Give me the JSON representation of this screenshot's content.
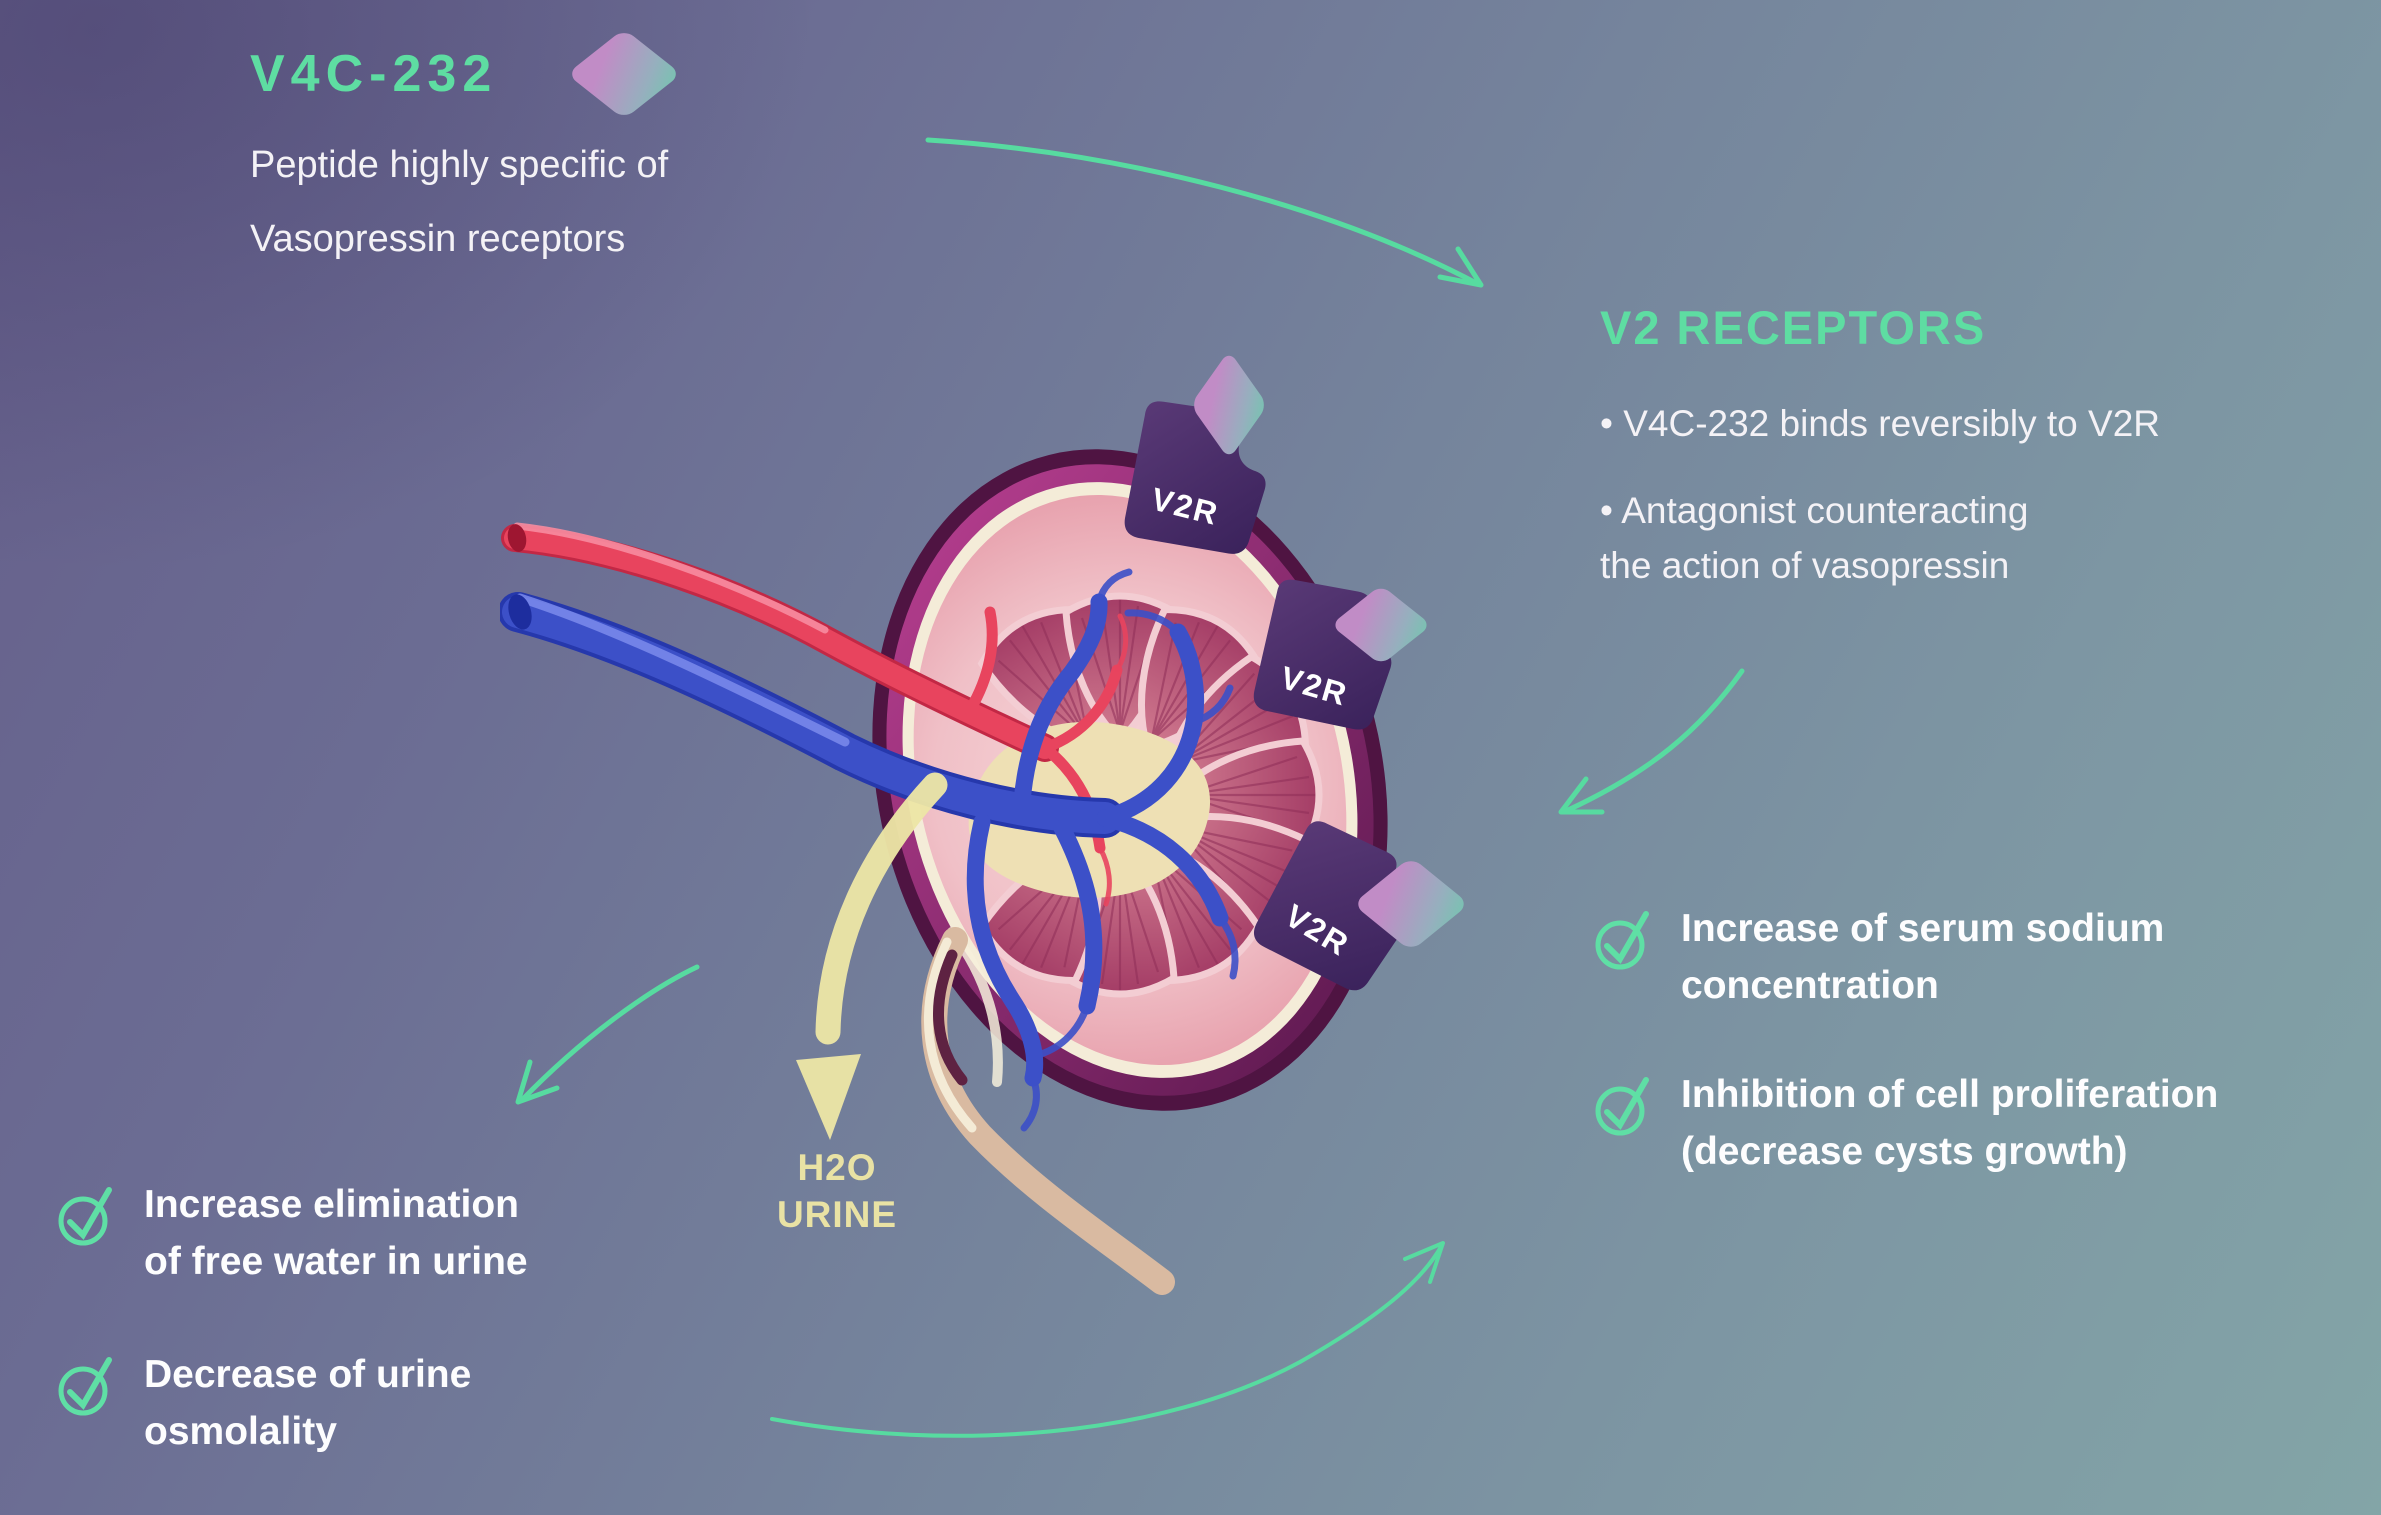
{
  "colors": {
    "accent_green": "#5edda2",
    "arrow_green": "#57dba0",
    "text_white": "#f4f2f6",
    "urine_yellow": "#e9e2a4",
    "receptor_purple": "#46295f",
    "diamond_gradient": [
      "#c18cc6",
      "#52dca0"
    ],
    "background_top_left": "#655e8a",
    "background_bottom_right": "#83a5a7"
  },
  "v4c": {
    "title": "V4C-232",
    "subtitle_line1": "Peptide highly specific of",
    "subtitle_line2": "Vasopressin receptors"
  },
  "v2r": {
    "heading": "V2 RECEPTORS",
    "bullet1": "• V4C-232 binds reversibly to V2R",
    "bullet2_line1": "• Antagonist counteracting",
    "bullet2_line2": "the action of vasopressin",
    "tag_label": "V2R"
  },
  "kidney": {
    "urine_line1": "H2O",
    "urine_line2": "URINE"
  },
  "benefits_right": {
    "item1_line1": "Increase of serum sodium",
    "item1_line2": "concentration",
    "item2_line1": "Inhibition of cell proliferation",
    "item2_line2": "(decrease cysts growth)"
  },
  "benefits_left": {
    "item1_line1": "Increase elimination",
    "item1_line2": "of free water in urine",
    "item2_line1": "Decrease of urine",
    "item2_line2": "osmolality"
  }
}
